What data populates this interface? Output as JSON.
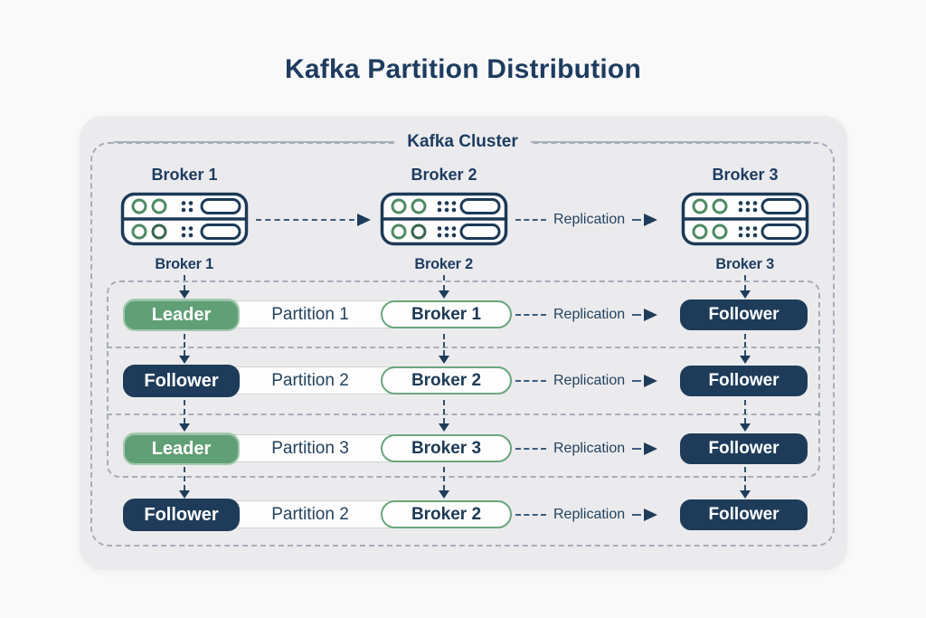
{
  "title": "Kafka Partition Distribution",
  "cluster": {
    "label": "Kafka Cluster",
    "replication_label": "Replication",
    "brokers": [
      {
        "label": "Broker 1",
        "sublabel": "Broker 1"
      },
      {
        "label": "Broker 2",
        "sublabel": "Broker 2"
      },
      {
        "label": "Broker 3",
        "sublabel": "Broker 3"
      }
    ],
    "partitions": [
      {
        "role": "Leader",
        "partition": "Partition 1",
        "assigned_broker": "Broker 1",
        "replication_label": "Replication",
        "replica_role": "Follower"
      },
      {
        "role": "Follower",
        "partition": "Partition 2",
        "assigned_broker": "Broker 2",
        "replication_label": "Replication",
        "replica_role": "Follower"
      },
      {
        "role": "Leader",
        "partition": "Partition 3",
        "assigned_broker": "Broker 3",
        "replication_label": "Replication",
        "replica_role": "Follower"
      },
      {
        "role": "Follower",
        "partition": "Partition 2",
        "assigned_broker": "Broker 2",
        "replication_label": "Replication",
        "replica_role": "Follower"
      }
    ]
  },
  "colors": {
    "title_navy": "#1d3c5f",
    "leader_green": "#619f76",
    "follower_navy": "#1e3c59",
    "broker_pill_border": "#6aa67d",
    "arrow_navy": "#2e4d70",
    "dashed_border_gray": "#a6adb8",
    "cluster_bg": "#ebebee",
    "page_bg": "#f9f9fa"
  }
}
